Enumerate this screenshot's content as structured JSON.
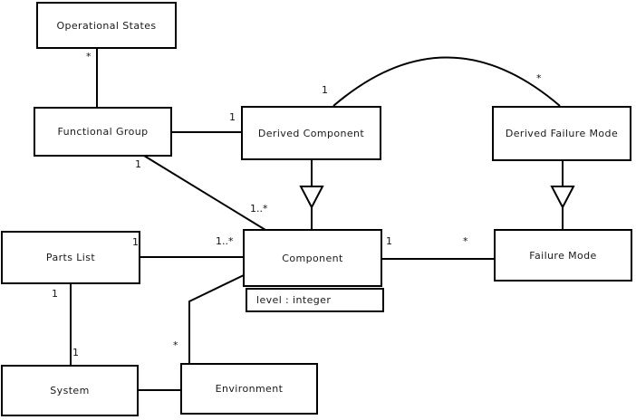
{
  "diagram_type": "uml-class-diagram",
  "colors": {
    "background": "#ffffff",
    "line": "#000000",
    "box_fill": "#ffffff",
    "text": "#1a1a1a"
  },
  "classes": [
    {
      "name": "Operational States"
    },
    {
      "name": "Functional Group"
    },
    {
      "name": "Derived Component"
    },
    {
      "name": "Derived Failure Mode"
    },
    {
      "name": "Parts List"
    },
    {
      "name": "Component",
      "attributes": [
        "level : integer"
      ]
    },
    {
      "name": "Failure Mode"
    },
    {
      "name": "System"
    },
    {
      "name": "Environment"
    }
  ],
  "relationships": [
    {
      "type": "association",
      "from": "Operational States",
      "to": "Functional Group",
      "from_multiplicity": "*"
    },
    {
      "type": "association",
      "from": "Derived Component",
      "to": "Functional Group",
      "from_multiplicity": "1"
    },
    {
      "type": "association",
      "from": "Derived Component",
      "to": "Derived Failure Mode",
      "from_multiplicity": "1",
      "to_multiplicity": "*",
      "shape": "arc"
    },
    {
      "type": "generalization",
      "from": "Derived Component",
      "to": "Component"
    },
    {
      "type": "generalization",
      "from": "Derived Failure Mode",
      "to": "Failure Mode"
    },
    {
      "type": "association",
      "from": "Functional Group",
      "to": "Component",
      "from_multiplicity": "1",
      "to_multiplicity": "1..*"
    },
    {
      "type": "association",
      "from": "Parts List",
      "to": "Component",
      "from_multiplicity": "1",
      "to_multiplicity": "1..*"
    },
    {
      "type": "association",
      "from": "Component",
      "to": "Failure Mode",
      "from_multiplicity": "1",
      "to_multiplicity": "*"
    },
    {
      "type": "association",
      "from": "Parts List",
      "to": "System",
      "from_multiplicity": "1",
      "to_multiplicity": "1"
    },
    {
      "type": "association",
      "from": "System",
      "to": "Environment"
    },
    {
      "type": "association",
      "from": "Environment",
      "to": "Component",
      "from_multiplicity": "*"
    }
  ]
}
